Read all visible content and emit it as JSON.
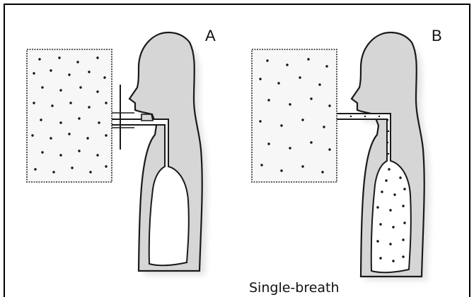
{
  "panels": [
    {
      "label": "A",
      "state": "valve closed, lung empty"
    },
    {
      "label": "B",
      "state": "valve open, gas inhaled into lung"
    }
  ],
  "caption": "Single-breath",
  "colors": {
    "body_fill": "#d6d6d6",
    "outline": "#1a1a1a",
    "box_fill": "#f7f7f7",
    "dot": "#111111",
    "frame": "#000000"
  }
}
